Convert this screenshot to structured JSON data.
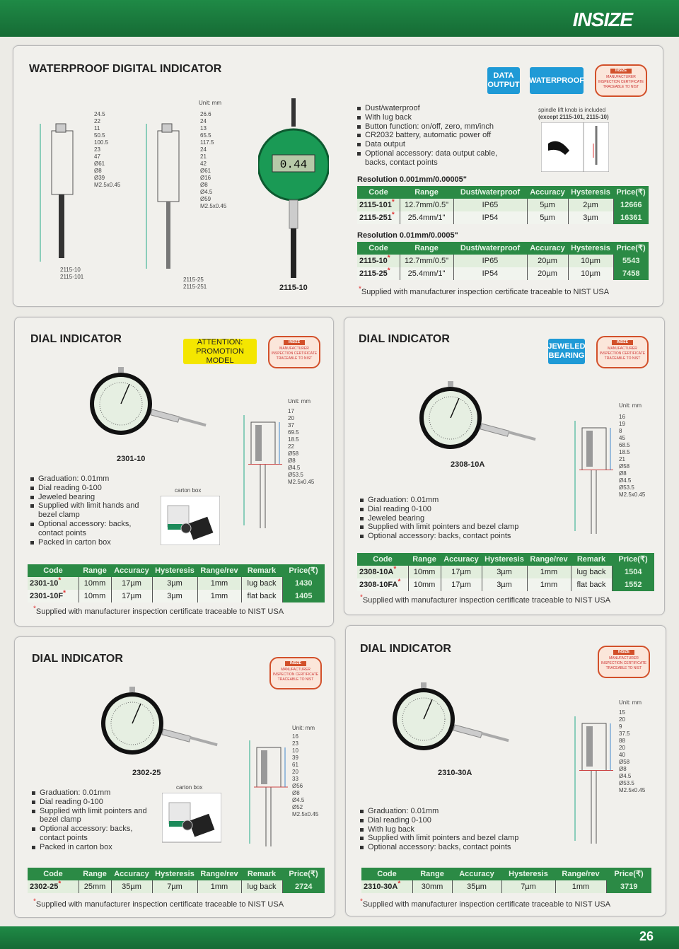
{
  "header": {
    "brand": "INSIZE"
  },
  "footer": {
    "page_number": "26"
  },
  "colors": {
    "brand_green": "#2b8a45",
    "badge_blue": "#1f9ad6",
    "attention_yellow": "#f4e600",
    "cert_orange": "#d2502a"
  },
  "certificate_badge": {
    "brand": "INSIZE",
    "line1": "MANUFACTURER",
    "line2": "INSPECTION CERTIFICATE",
    "line3": "TRACEABLE TO NIST"
  },
  "note_text": "Supplied with manufacturer inspection certificate traceable to NIST USA",
  "sections": [
    {
      "title": "WATERPROOF DIGITAL INDICATOR",
      "badges": [
        "DATA OUTPUT",
        "WATERPROOF"
      ],
      "unit": "Unit: mm",
      "drawing_labels": [
        "2115-10",
        "2115-101",
        "2115-25",
        "2115-251"
      ],
      "product_label": "2115-10",
      "display_value": "0.44",
      "dims_a": [
        "24.5",
        "22",
        "11",
        "50.5",
        "100.5",
        "23",
        "47",
        "Ø61",
        "Ø8",
        "Ø39",
        "M2.5x0.45"
      ],
      "dims_b": [
        "26.6",
        "24",
        "13",
        "65.5",
        "117.5",
        "24",
        "21",
        "42",
        "Ø61",
        "Ø16",
        "Ø8",
        "Ø4.5",
        "Ø59",
        "M2.5x0.45"
      ],
      "features": [
        "Dust/waterproof",
        "With lug back",
        "Button function: on/off, zero, mm/inch",
        "CR2032 battery, automatic power off",
        "Data output",
        "Optional accessory: data output cable, backs, contact points"
      ],
      "inset_caption": "spindle lift knob is included",
      "inset_caption2": "(except 2115-101, 2115-10)",
      "tables": [
        {
          "label": "Resolution 0.001mm/0.00005\"",
          "headers": [
            "Code",
            "Range",
            "Dust/waterproof",
            "Accuracy",
            "Hysteresis",
            "Price(₹)"
          ],
          "rows": [
            [
              "2115-101",
              "12.7mm/0.5\"",
              "IP65",
              "5µm",
              "2µm",
              "12666"
            ],
            [
              "2115-251",
              "25.4mm/1\"",
              "IP54",
              "5µm",
              "3µm",
              "16361"
            ]
          ]
        },
        {
          "label": "Resolution 0.01mm/0.0005\"",
          "headers": [
            "Code",
            "Range",
            "Dust/waterproof",
            "Accuracy",
            "Hysteresis",
            "Price(₹)"
          ],
          "rows": [
            [
              "2115-10",
              "12.7mm/0.5\"",
              "IP65",
              "20µm",
              "10µm",
              "5543"
            ],
            [
              "2115-25",
              "25.4mm/1\"",
              "IP54",
              "20µm",
              "10µm",
              "7458"
            ]
          ]
        }
      ]
    },
    {
      "title": "DIAL INDICATOR",
      "badges": [
        "ATTENTION: PROMOTION MODEL"
      ],
      "unit": "Unit: mm",
      "product_label": "2301-10",
      "carton_caption": "carton box",
      "dims": [
        "17",
        "20",
        "37",
        "69.5",
        "18.5",
        "22",
        "Ø58",
        "Ø8",
        "Ø4.5",
        "Ø53.5",
        "M2.5x0.45"
      ],
      "features": [
        "Graduation: 0.01mm",
        "Dial reading 0-100",
        "Jeweled bearing",
        "Supplied with limit hands and bezel clamp",
        "Optional accessory: backs, contact points",
        "Packed in carton box"
      ],
      "tables": [
        {
          "headers": [
            "Code",
            "Range",
            "Accuracy",
            "Hysteresis",
            "Range/rev",
            "Remark",
            "Price(₹)"
          ],
          "rows": [
            [
              "2301-10",
              "10mm",
              "17µm",
              "3µm",
              "1mm",
              "lug back",
              "1430"
            ],
            [
              "2301-10F",
              "10mm",
              "17µm",
              "3µm",
              "1mm",
              "flat back",
              "1405"
            ]
          ]
        }
      ]
    },
    {
      "title": "DIAL INDICATOR",
      "badges": [
        "JEWELED BEARING"
      ],
      "unit": "Unit: mm",
      "product_label": "2308-10A",
      "dims": [
        "16",
        "19",
        "8",
        "45",
        "68.5",
        "18.5",
        "21",
        "Ø58",
        "Ø8",
        "Ø4.5",
        "Ø53.5",
        "M2.5x0.45"
      ],
      "features": [
        "Graduation: 0.01mm",
        "Dial reading 0-100",
        "Jeweled bearing",
        "Supplied with limit pointers and bezel clamp",
        "Optional accessory: backs, contact points"
      ],
      "tables": [
        {
          "headers": [
            "Code",
            "Range",
            "Accuracy",
            "Hysteresis",
            "Range/rev",
            "Remark",
            "Price(₹)"
          ],
          "rows": [
            [
              "2308-10A",
              "10mm",
              "17µm",
              "3µm",
              "1mm",
              "lug back",
              "1504"
            ],
            [
              "2308-10FA",
              "10mm",
              "17µm",
              "3µm",
              "1mm",
              "flat back",
              "1552"
            ]
          ]
        }
      ]
    },
    {
      "title": "DIAL INDICATOR",
      "badges": [],
      "unit": "Unit: mm",
      "product_label": "2302-25",
      "carton_caption": "carton box",
      "dims": [
        "16",
        "23",
        "10",
        "39",
        "61",
        "20",
        "33",
        "Ø56",
        "Ø8",
        "Ø4.5",
        "Ø52",
        "M2.5x0.45"
      ],
      "features": [
        "Graduation: 0.01mm",
        "Dial reading 0-100",
        "Supplied with limit pointers and bezel clamp",
        "Optional accessory: backs, contact points",
        "Packed in carton box"
      ],
      "tables": [
        {
          "headers": [
            "Code",
            "Range",
            "Accuracy",
            "Hysteresis",
            "Range/rev",
            "Remark",
            "Price(₹)"
          ],
          "rows": [
            [
              "2302-25",
              "25mm",
              "35µm",
              "7µm",
              "1mm",
              "lug back",
              "2724"
            ]
          ]
        }
      ]
    },
    {
      "title": "DIAL INDICATOR",
      "badges": [],
      "unit": "Unit: mm",
      "product_label": "2310-30A",
      "dims": [
        "15",
        "20",
        "9",
        "37.5",
        "88",
        "20",
        "40",
        "Ø58",
        "Ø8",
        "Ø4.5",
        "Ø53.5",
        "M2.5x0.45"
      ],
      "features": [
        "Graduation: 0.01mm",
        "Dial reading 0-100",
        "With lug back",
        "Supplied with limit pointers and bezel clamp",
        "Optional accessory: backs, contact points"
      ],
      "tables": [
        {
          "headers": [
            "Code",
            "Range",
            "Accuracy",
            "Hysteresis",
            "Range/rev",
            "Price(₹)"
          ],
          "rows": [
            [
              "2310-30A",
              "30mm",
              "35µm",
              "7µm",
              "1mm",
              "3719"
            ]
          ]
        }
      ]
    }
  ]
}
